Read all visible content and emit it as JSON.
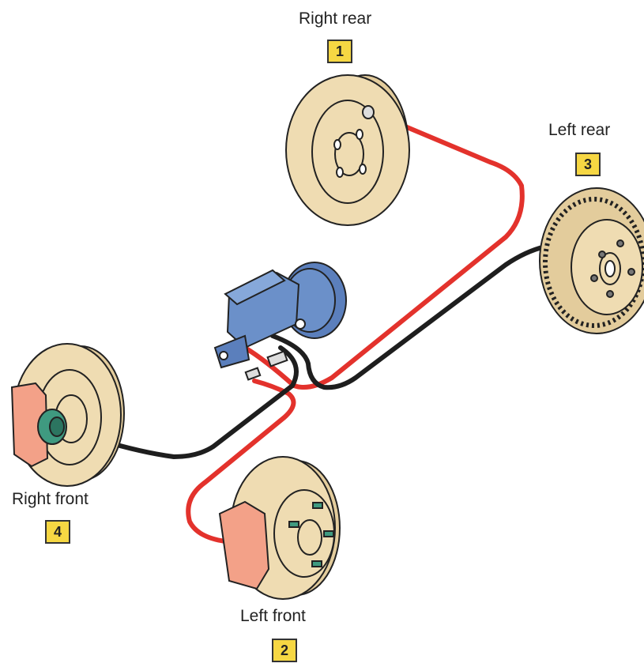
{
  "colors": {
    "drum": "#efdcb2",
    "outline": "#222222",
    "red_line": "#e3322c",
    "black_line": "#1e1e1e",
    "caliper": "#f3a188",
    "master_cylinder": "#6b90c9",
    "hub": "#3f9a80",
    "badge": "#f6d743"
  },
  "wheels": [
    {
      "key": "right_rear",
      "label": "Right rear",
      "number": "1"
    },
    {
      "key": "left_front",
      "label": "Left front",
      "number": "2"
    },
    {
      "key": "left_rear",
      "label": "Left rear",
      "number": "3"
    },
    {
      "key": "right_front",
      "label": "Right front",
      "number": "4"
    }
  ]
}
